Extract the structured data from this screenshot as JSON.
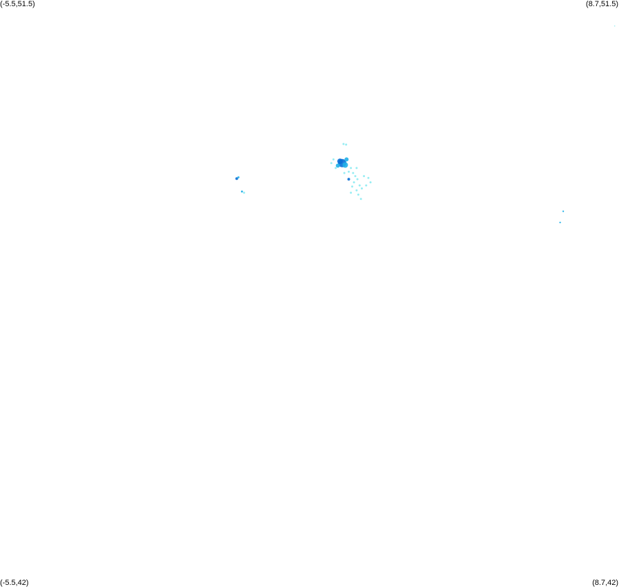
{
  "corners": {
    "top_left": "(-5.5,51.5)",
    "top_right": "(8.7,51.5)",
    "bottom_left": "(-5.5,42)",
    "bottom_right": "(8.7,42)"
  },
  "bounds": {
    "lon_min": -5.5,
    "lon_max": 8.7,
    "lat_min": 42,
    "lat_max": 51.5
  },
  "colors": {
    "light": "#7de8f0",
    "medium": "#20b0e8",
    "dark": "#0a6fd6"
  },
  "points": [
    {
      "lon": 2.35,
      "lat": 48.86,
      "color": "dark",
      "size": 6
    },
    {
      "lon": 2.3,
      "lat": 48.89,
      "color": "dark",
      "size": 4
    },
    {
      "lon": 2.42,
      "lat": 48.83,
      "color": "medium",
      "size": 4
    },
    {
      "lon": 2.25,
      "lat": 48.82,
      "color": "medium",
      "size": 3
    },
    {
      "lon": 2.45,
      "lat": 48.92,
      "color": "medium",
      "size": 3
    },
    {
      "lon": 2.5,
      "lat": 48.6,
      "color": "dark",
      "size": 2
    },
    {
      "lon": 2.38,
      "lat": 49.17,
      "color": "light",
      "size": 1.5
    },
    {
      "lon": 2.44,
      "lat": 49.16,
      "color": "light",
      "size": 1.5
    },
    {
      "lon": 2.15,
      "lat": 48.92,
      "color": "light",
      "size": 1.5
    },
    {
      "lon": 2.2,
      "lat": 48.78,
      "color": "light",
      "size": 1.5
    },
    {
      "lon": 2.55,
      "lat": 48.78,
      "color": "light",
      "size": 1.5
    },
    {
      "lon": 2.6,
      "lat": 48.7,
      "color": "light",
      "size": 1.5
    },
    {
      "lon": 2.65,
      "lat": 48.65,
      "color": "light",
      "size": 1.5
    },
    {
      "lon": 2.7,
      "lat": 48.6,
      "color": "light",
      "size": 1.5
    },
    {
      "lon": 2.62,
      "lat": 48.55,
      "color": "light",
      "size": 1.5
    },
    {
      "lon": 2.75,
      "lat": 48.5,
      "color": "light",
      "size": 1.5
    },
    {
      "lon": 2.8,
      "lat": 48.45,
      "color": "light",
      "size": 1.5
    },
    {
      "lon": 2.68,
      "lat": 48.42,
      "color": "light",
      "size": 1.5
    },
    {
      "lon": 2.72,
      "lat": 48.35,
      "color": "light",
      "size": 1.5
    },
    {
      "lon": 2.85,
      "lat": 48.65,
      "color": "light",
      "size": 1.5
    },
    {
      "lon": 2.95,
      "lat": 48.62,
      "color": "light",
      "size": 1.5
    },
    {
      "lon": 3.0,
      "lat": 48.55,
      "color": "light",
      "size": 1.5
    },
    {
      "lon": 2.9,
      "lat": 48.5,
      "color": "light",
      "size": 1.5
    },
    {
      "lon": 2.58,
      "lat": 48.48,
      "color": "light",
      "size": 1.5
    },
    {
      "lon": 2.5,
      "lat": 48.72,
      "color": "light",
      "size": 1.5
    },
    {
      "lon": 2.78,
      "lat": 48.28,
      "color": "light",
      "size": 1.5
    },
    {
      "lon": 2.55,
      "lat": 48.38,
      "color": "light",
      "size": 1.5
    },
    {
      "lon": 2.4,
      "lat": 48.7,
      "color": "light",
      "size": 1.5
    },
    {
      "lon": 2.68,
      "lat": 48.78,
      "color": "light",
      "size": 1.5
    },
    {
      "lon": 2.1,
      "lat": 48.86,
      "color": "light",
      "size": 1.5
    },
    {
      "lon": -0.07,
      "lat": 48.61,
      "color": "dark",
      "size": 2
    },
    {
      "lon": -0.03,
      "lat": 48.63,
      "color": "medium",
      "size": 1.5
    },
    {
      "lon": 0.05,
      "lat": 48.4,
      "color": "medium",
      "size": 1.5
    },
    {
      "lon": 0.1,
      "lat": 48.38,
      "color": "light",
      "size": 1.5
    },
    {
      "lon": 7.42,
      "lat": 48.08,
      "color": "medium",
      "size": 1.2
    },
    {
      "lon": 7.35,
      "lat": 47.9,
      "color": "medium",
      "size": 1.2
    },
    {
      "lon": 8.6,
      "lat": 51.08,
      "color": "light",
      "size": 0.8
    }
  ]
}
